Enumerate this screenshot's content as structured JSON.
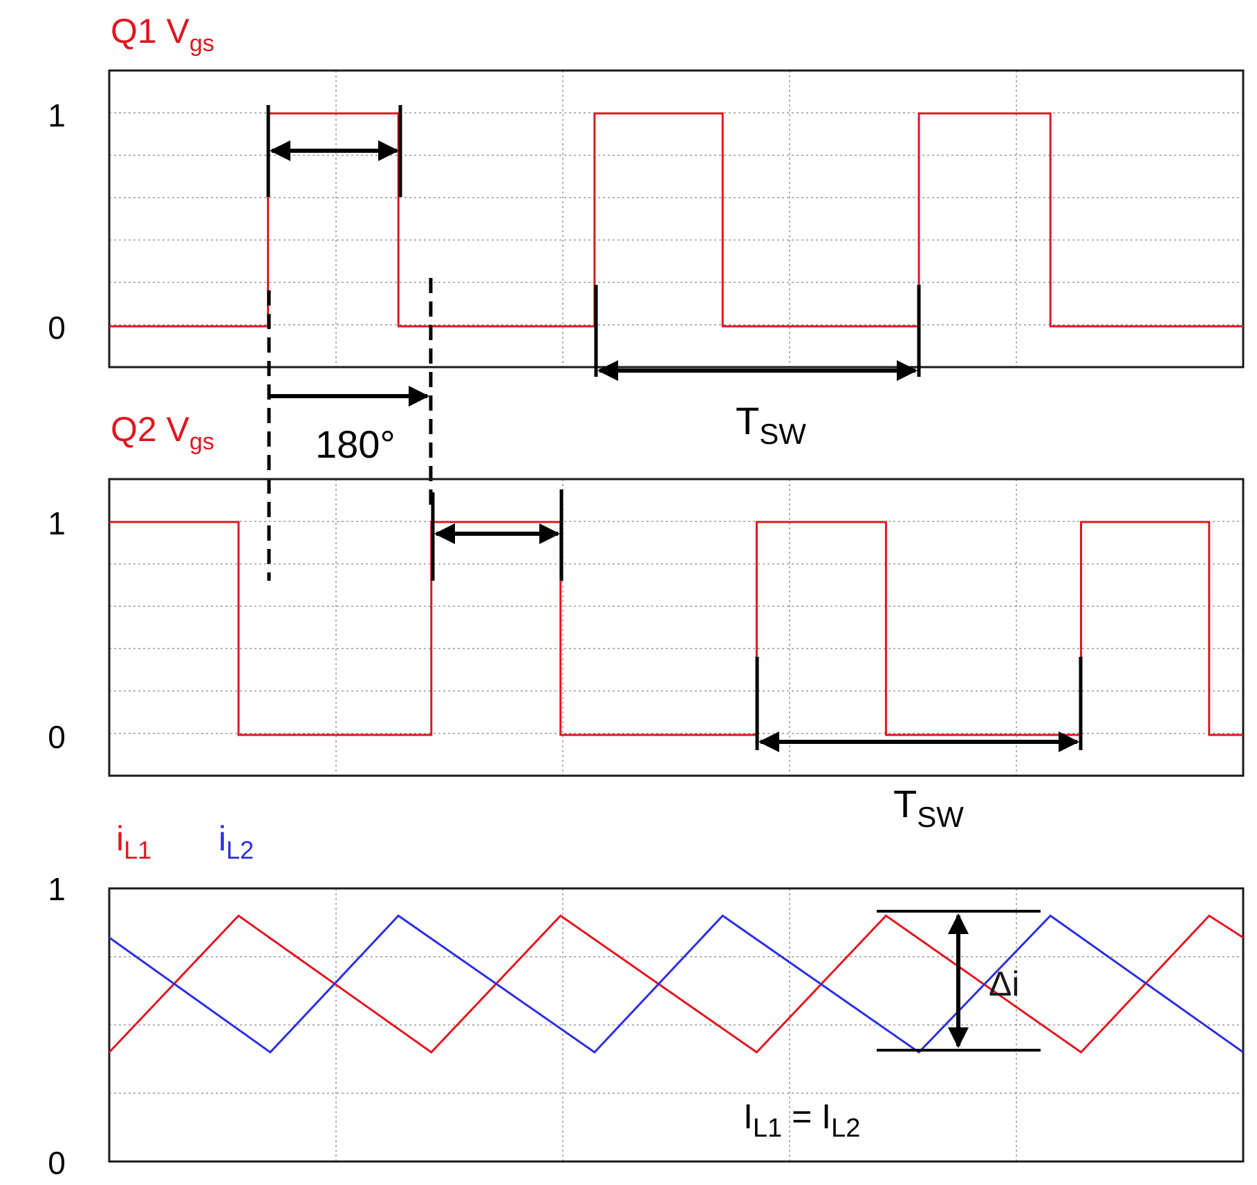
{
  "colors": {
    "q1": "#e0161f",
    "q2": "#e0161f",
    "il1": "#e0161f",
    "il2": "#2b2fe0",
    "grid": "#9a9a9a",
    "frame": "#1a1a1a",
    "annot": "#000000"
  },
  "chart_data": [
    {
      "type": "line",
      "name_label": "Q1 V",
      "name_sub": "gs",
      "x_range": [
        0,
        1
      ],
      "ylim": [
        0,
        1
      ],
      "y_tick_labels": [
        "1",
        "0"
      ],
      "x_grid_fractions": [
        0.2,
        0.4,
        0.6,
        0.8
      ],
      "series": [
        {
          "x": [
            0,
            0.14,
            0.14,
            0.255,
            0.255,
            0.428,
            0.428,
            0.541,
            0.541,
            0.714,
            0.714,
            0.83,
            0.83,
            1
          ],
          "y": [
            0,
            0,
            1,
            1,
            0,
            0,
            1,
            1,
            0,
            0,
            1,
            1,
            0,
            0
          ]
        }
      ],
      "annotations": {
        "duty_text": "",
        "period_text": "T",
        "period_sub": "SW"
      }
    },
    {
      "type": "line",
      "name_label": "Q2 V",
      "name_sub": "gs",
      "x_range": [
        0,
        1
      ],
      "ylim": [
        0,
        1
      ],
      "y_tick_labels": [
        "1",
        "0"
      ],
      "x_grid_fractions": [
        0.2,
        0.4,
        0.6,
        0.8
      ],
      "series": [
        {
          "x": [
            0,
            0.114,
            0.114,
            0.284,
            0.284,
            0.398,
            0.398,
            0.571,
            0.571,
            0.685,
            0.685,
            0.857,
            0.857,
            0.97,
            0.97,
            1
          ],
          "y": [
            1,
            1,
            0,
            0,
            1,
            1,
            0,
            0,
            1,
            1,
            0,
            0,
            1,
            1,
            0,
            0
          ]
        }
      ],
      "annotations": {
        "phase_text": "180°",
        "period_text": "T",
        "period_sub": "SW"
      }
    },
    {
      "type": "line",
      "x_range": [
        0,
        1
      ],
      "ylim": [
        0,
        1
      ],
      "y_tick_labels": [
        "1",
        "0"
      ],
      "x_grid_fractions": [
        0.2,
        0.4,
        0.6,
        0.8
      ],
      "series": [
        {
          "name": "i",
          "name_sub": "L1",
          "x": [
            0,
            0.114,
            0.284,
            0.398,
            0.571,
            0.685,
            0.857,
            0.97,
            1
          ],
          "y": [
            0.4,
            0.9,
            0.4,
            0.9,
            0.4,
            0.9,
            0.4,
            0.9,
            0.82
          ]
        },
        {
          "name": "i",
          "name_sub": "L2",
          "x": [
            0,
            0.142,
            0.255,
            0.428,
            0.541,
            0.714,
            0.83,
            1
          ],
          "y": [
            0.82,
            0.4,
            0.9,
            0.4,
            0.9,
            0.4,
            0.9,
            0.4
          ]
        }
      ],
      "annotations": {
        "ripple_text": "Δi",
        "avg_text_1": "I",
        "avg_sub_1": "L1",
        "avg_eq": " = ",
        "avg_text_2": "I",
        "avg_sub_2": "L2"
      }
    }
  ]
}
